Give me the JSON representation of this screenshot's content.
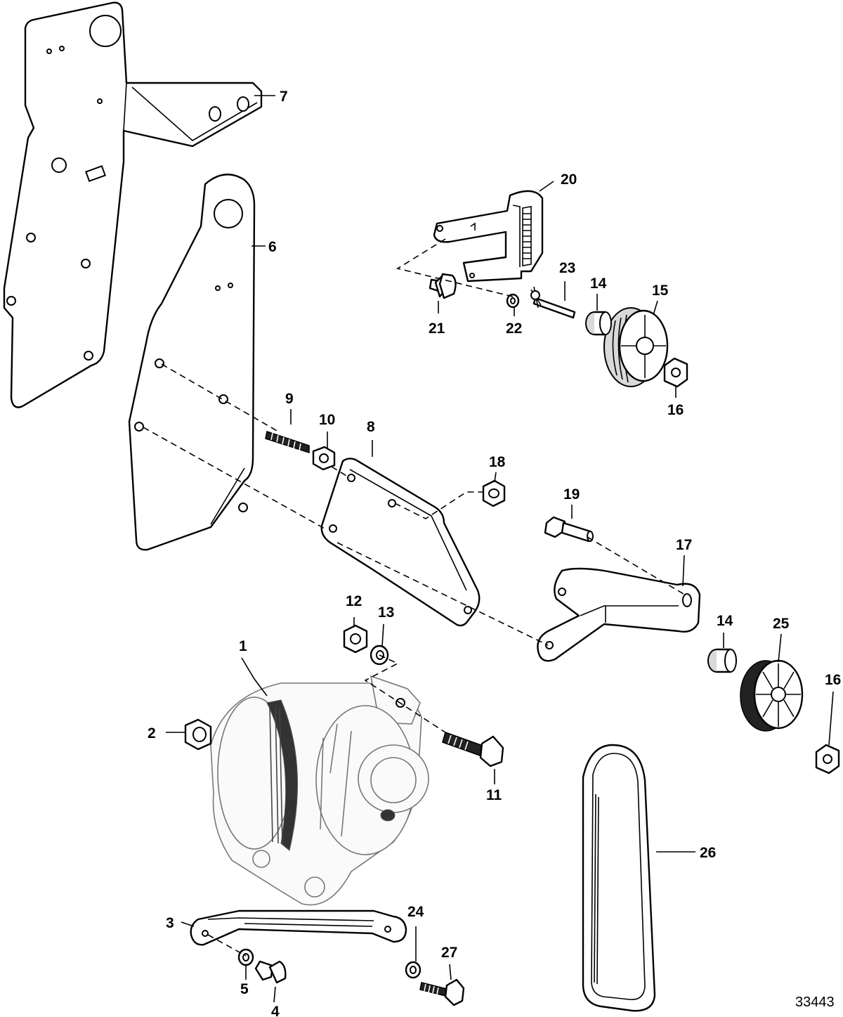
{
  "figure_number": "33443",
  "callouts": [
    {
      "id": "c1",
      "label": "1"
    },
    {
      "id": "c2",
      "label": "2"
    },
    {
      "id": "c3",
      "label": "3"
    },
    {
      "id": "c4",
      "label": "4"
    },
    {
      "id": "c5",
      "label": "5"
    },
    {
      "id": "c6",
      "label": "6"
    },
    {
      "id": "c7",
      "label": "7"
    },
    {
      "id": "c8",
      "label": "8"
    },
    {
      "id": "c9",
      "label": "9"
    },
    {
      "id": "c10",
      "label": "10"
    },
    {
      "id": "c11",
      "label": "11"
    },
    {
      "id": "c12",
      "label": "12"
    },
    {
      "id": "c13",
      "label": "13"
    },
    {
      "id": "c14a",
      "label": "14"
    },
    {
      "id": "c14b",
      "label": "14"
    },
    {
      "id": "c15",
      "label": "15"
    },
    {
      "id": "c16a",
      "label": "16"
    },
    {
      "id": "c16b",
      "label": "16"
    },
    {
      "id": "c17",
      "label": "17"
    },
    {
      "id": "c18",
      "label": "18"
    },
    {
      "id": "c19",
      "label": "19"
    },
    {
      "id": "c20",
      "label": "20"
    },
    {
      "id": "c21",
      "label": "21"
    },
    {
      "id": "c22",
      "label": "22"
    },
    {
      "id": "c23",
      "label": "23"
    },
    {
      "id": "c24",
      "label": "24"
    },
    {
      "id": "c25",
      "label": "25"
    },
    {
      "id": "c26",
      "label": "26"
    },
    {
      "id": "c27",
      "label": "27"
    }
  ],
  "colors": {
    "line": "#000000",
    "background": "#ffffff",
    "alternator": "#777777"
  }
}
